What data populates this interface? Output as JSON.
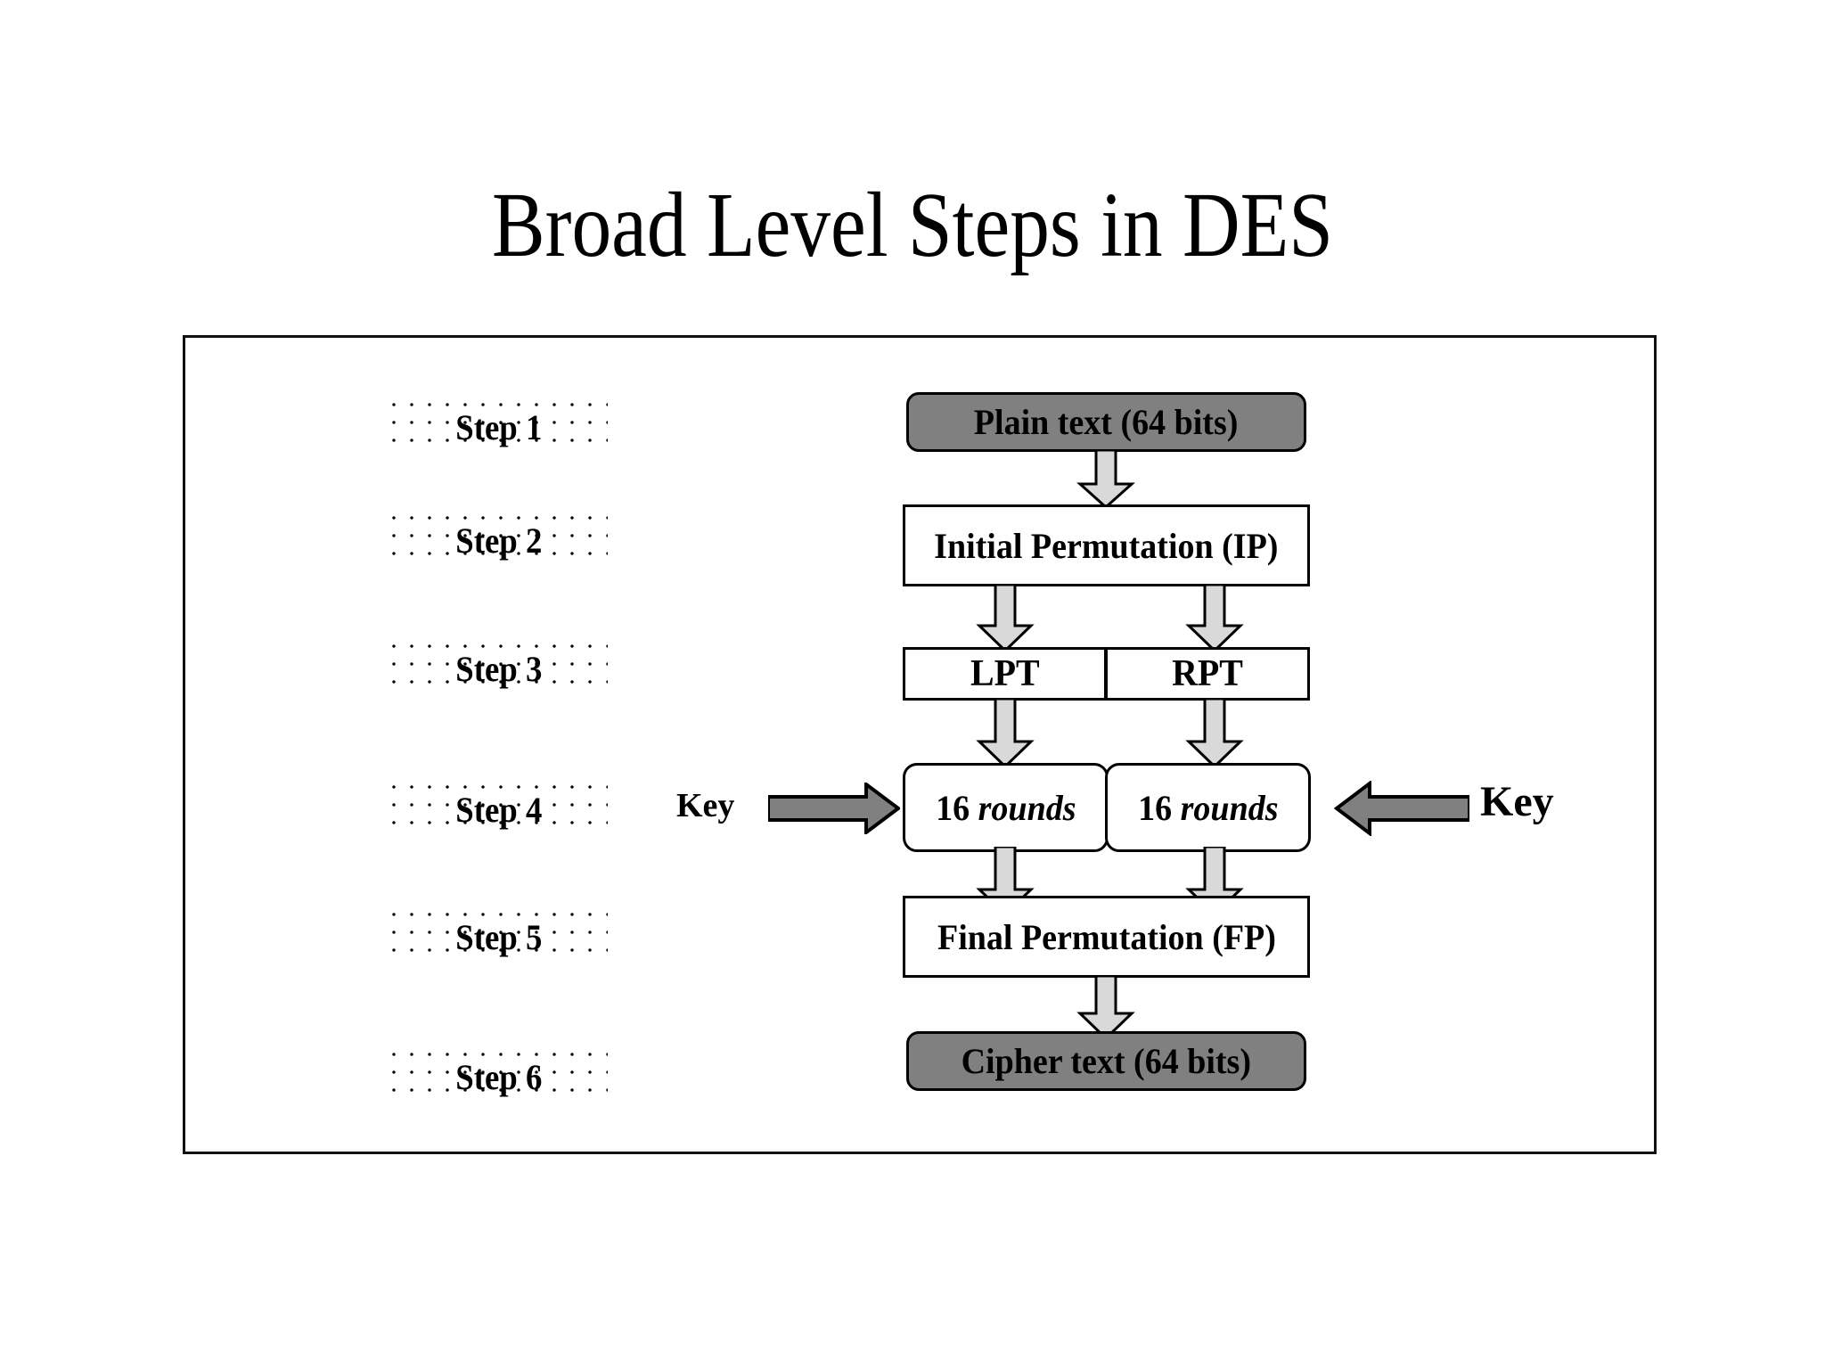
{
  "slide": {
    "title": "Broad Level Steps in DES"
  },
  "steps": [
    {
      "label": "Step 1"
    },
    {
      "label": "Step 2"
    },
    {
      "label": "Step 3"
    },
    {
      "label": "Step 4"
    },
    {
      "label": "Step 5"
    },
    {
      "label": "Step 6"
    }
  ],
  "flow": {
    "plain_text": "Plain text (64 bits)",
    "initial_permutation": "Initial Permutation (IP)",
    "lpt": "LPT",
    "rpt": "RPT",
    "rounds_count": "16 ",
    "rounds_word": "rounds",
    "final_permutation": "Final Permutation (FP)",
    "cipher_text": "Cipher text (64 bits)"
  },
  "keys": {
    "left_label": "Key",
    "right_label": "Key"
  },
  "colors": {
    "shaded_box_fill": "#808080",
    "plain_box_fill": "#ffffff",
    "arrow_fill": "#d9d9d9",
    "key_arrow_fill": "#808080",
    "stroke": "#000000",
    "frame_stroke": "#111111"
  }
}
